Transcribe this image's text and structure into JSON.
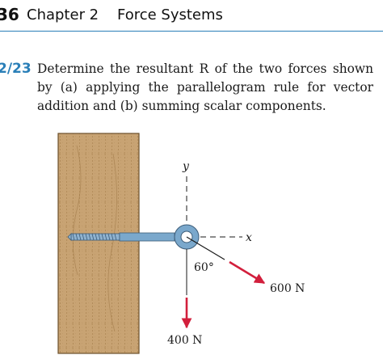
{
  "header": {
    "page_number": "36",
    "chapter_label": "Chapter 2",
    "chapter_title": "Force Systems"
  },
  "problem": {
    "number": "2/23",
    "line1": "Determine the resultant R of the two forces shown",
    "line2": "by (a) applying the parallelogram rule for vector",
    "line3": "addition and (b) summing scalar components."
  },
  "figure": {
    "y_axis_label": "y",
    "x_axis_label": "x",
    "angle_label": "60°",
    "force1_label": "600 N",
    "force2_label": "400 N",
    "colors": {
      "wood": "#c8a373",
      "wood_grain": "#a9824f",
      "force_arrow": "#d21f3c",
      "eyebolt": "#6f9fc4",
      "accent": "#2a7fb8"
    }
  }
}
